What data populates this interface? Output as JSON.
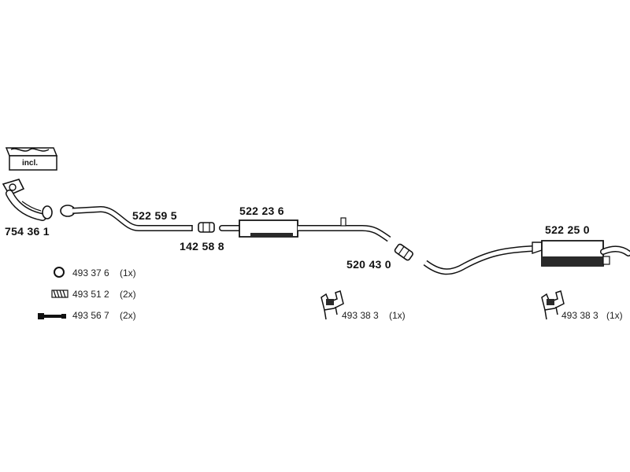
{
  "kit_badge": {
    "label": "incl."
  },
  "parts": {
    "downpipe": "754 36 1",
    "front_pipe": "522 59 5",
    "clamp": "142 58 8",
    "centre_silencer": "522 23 6",
    "connector": "520 43 0",
    "rear_silencer": "522 25 0"
  },
  "hardware": [
    {
      "part": "493 37 6",
      "qty": "(1x)",
      "icon": "ring-icon"
    },
    {
      "part": "493 51 2",
      "qty": "(2x)",
      "icon": "spring-icon"
    },
    {
      "part": "493 56 7",
      "qty": "(2x)",
      "icon": "bolt-icon"
    }
  ],
  "mounts": [
    {
      "part": "493 38 3",
      "qty": "(1x)",
      "icon": "rubber-mount-icon"
    },
    {
      "part": "493 38 3",
      "qty": "(1x)",
      "icon": "rubber-mount-icon"
    }
  ],
  "colors": {
    "line": "#111111",
    "fill": "#ffffff",
    "shade": "#2a2a2a"
  }
}
